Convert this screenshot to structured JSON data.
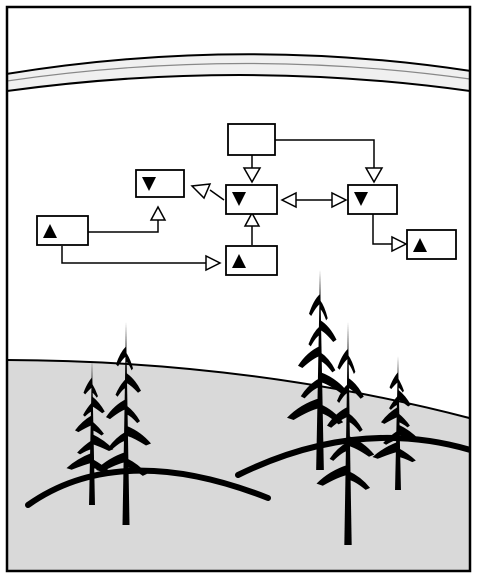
{
  "scene": {
    "frame_color": "#000000",
    "background_color": "#ffffff",
    "ground_color": "#d9d9d9",
    "band_color": "#ededed",
    "line_color": "#000000"
  },
  "diagram": {
    "nodes": [
      {
        "id": "top",
        "marker": "none"
      },
      {
        "id": "left-top",
        "marker": "down-triangle"
      },
      {
        "id": "center",
        "marker": "down-triangle"
      },
      {
        "id": "right",
        "marker": "down-triangle"
      },
      {
        "id": "far-left",
        "marker": "up-triangle"
      },
      {
        "id": "bottom-center",
        "marker": "up-triangle"
      },
      {
        "id": "bottom-right",
        "marker": "up-triangle"
      }
    ],
    "edges": [
      {
        "from": "top",
        "to": "center"
      },
      {
        "from": "top",
        "to": "right"
      },
      {
        "from": "center",
        "to": "left-top"
      },
      {
        "from": "center",
        "to": "right",
        "bidirectional": true
      },
      {
        "from": "far-left",
        "to": "left-top"
      },
      {
        "from": "far-left",
        "to": "bottom-center"
      },
      {
        "from": "bottom-center",
        "to": "center"
      },
      {
        "from": "right",
        "to": "bottom-right"
      }
    ]
  },
  "trees": {
    "count": 5,
    "color": "#000000"
  },
  "hills": {
    "count": 2
  }
}
